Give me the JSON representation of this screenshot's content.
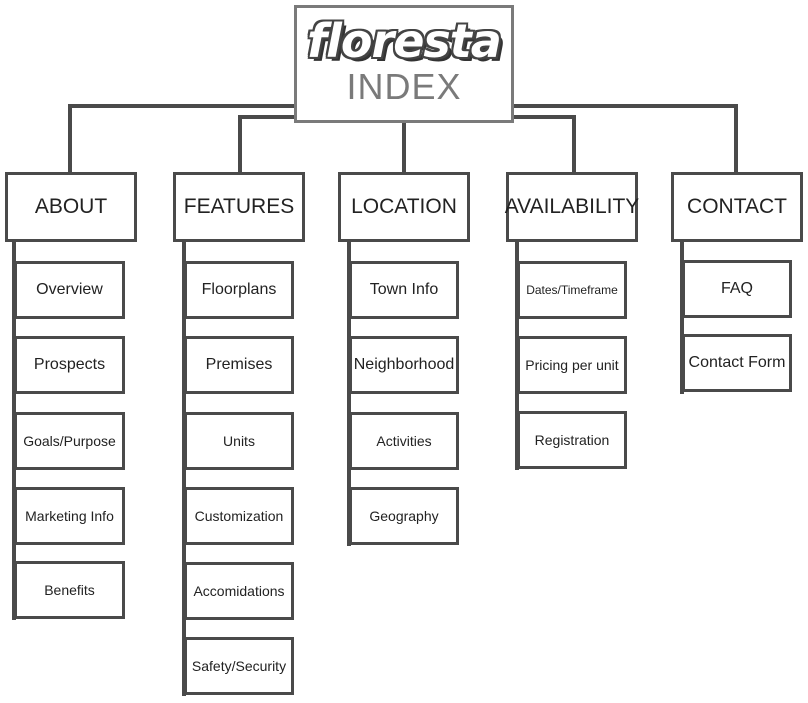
{
  "root": {
    "logo_text": "floresta",
    "title": "INDEX"
  },
  "categories": [
    {
      "label": "ABOUT",
      "items": [
        "Overview",
        "Prospects",
        "Goals/Purpose",
        "Marketing Info",
        "Benefits"
      ]
    },
    {
      "label": "FEATURES",
      "items": [
        "Floorplans",
        "Premises",
        "Units",
        "Customization",
        "Accomidations",
        "Safety/Security"
      ]
    },
    {
      "label": "LOCATION",
      "items": [
        "Town Info",
        "Neighborhood",
        "Activities",
        "Geography"
      ]
    },
    {
      "label": "AVAILABILITY",
      "items": [
        "Dates/Timeframe",
        "Pricing per unit",
        "Registration"
      ]
    },
    {
      "label": "CONTACT",
      "items": [
        "FAQ",
        "Contact Form"
      ]
    }
  ],
  "colors": {
    "line": "#4a4a4a",
    "root_border": "#7a7a7a",
    "index_text": "#7a7a7a"
  }
}
